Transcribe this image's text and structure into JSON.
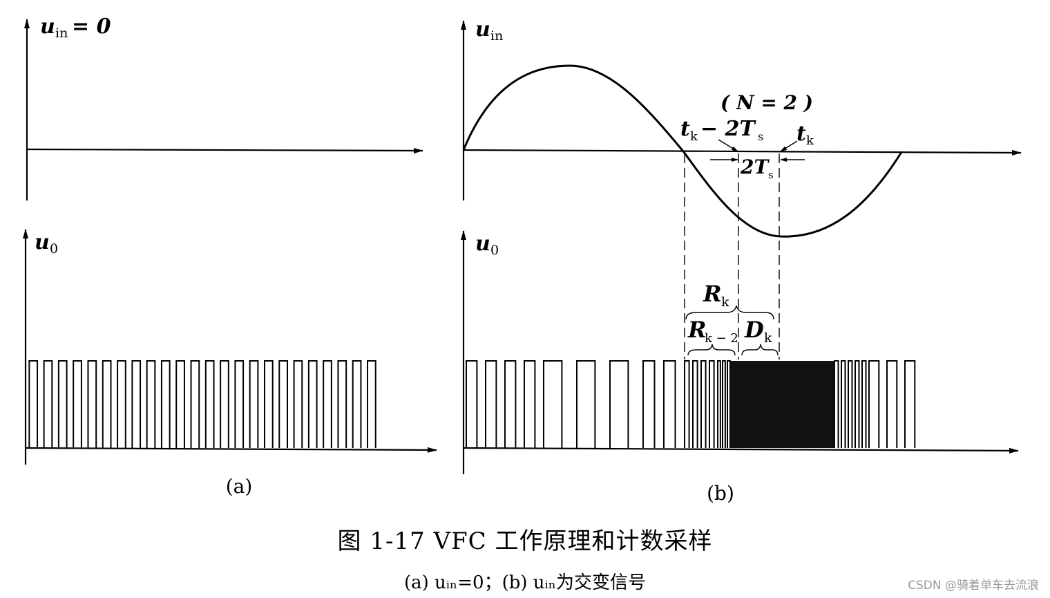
{
  "panel_a": {
    "top_axis_label": "u",
    "top_axis_sub": "in",
    "top_axis_eq": "= 0",
    "bottom_axis_label": "u",
    "bottom_axis_sub": "0",
    "label": "(a)",
    "pulse_count": 24
  },
  "panel_b": {
    "top_axis_label": "u",
    "top_axis_sub": "in",
    "bottom_axis_label": "u",
    "bottom_axis_sub": "0",
    "label": "(b)",
    "n_note": "( N = 2 )",
    "tk_minus_label": "t",
    "tk_minus_sub": "k",
    "tk_minus_rest": " − 2T",
    "tk_minus_rest_sub": "s",
    "tk_label": "t",
    "tk_sub": "k",
    "interval_label": "2T",
    "interval_sub": "s",
    "rk_label": "R",
    "rk_sub": "k",
    "rk2_label": "R",
    "rk2_sub": "k − 2",
    "dk_label": "D",
    "dk_sub": "k"
  },
  "caption": {
    "main": "图 1-17   VFC 工作原理和计数采样",
    "sub": "(a) uₙ=0；(b) uₙ为交变信号"
  },
  "watermark": "CSDN @骑着单车去流浪"
}
